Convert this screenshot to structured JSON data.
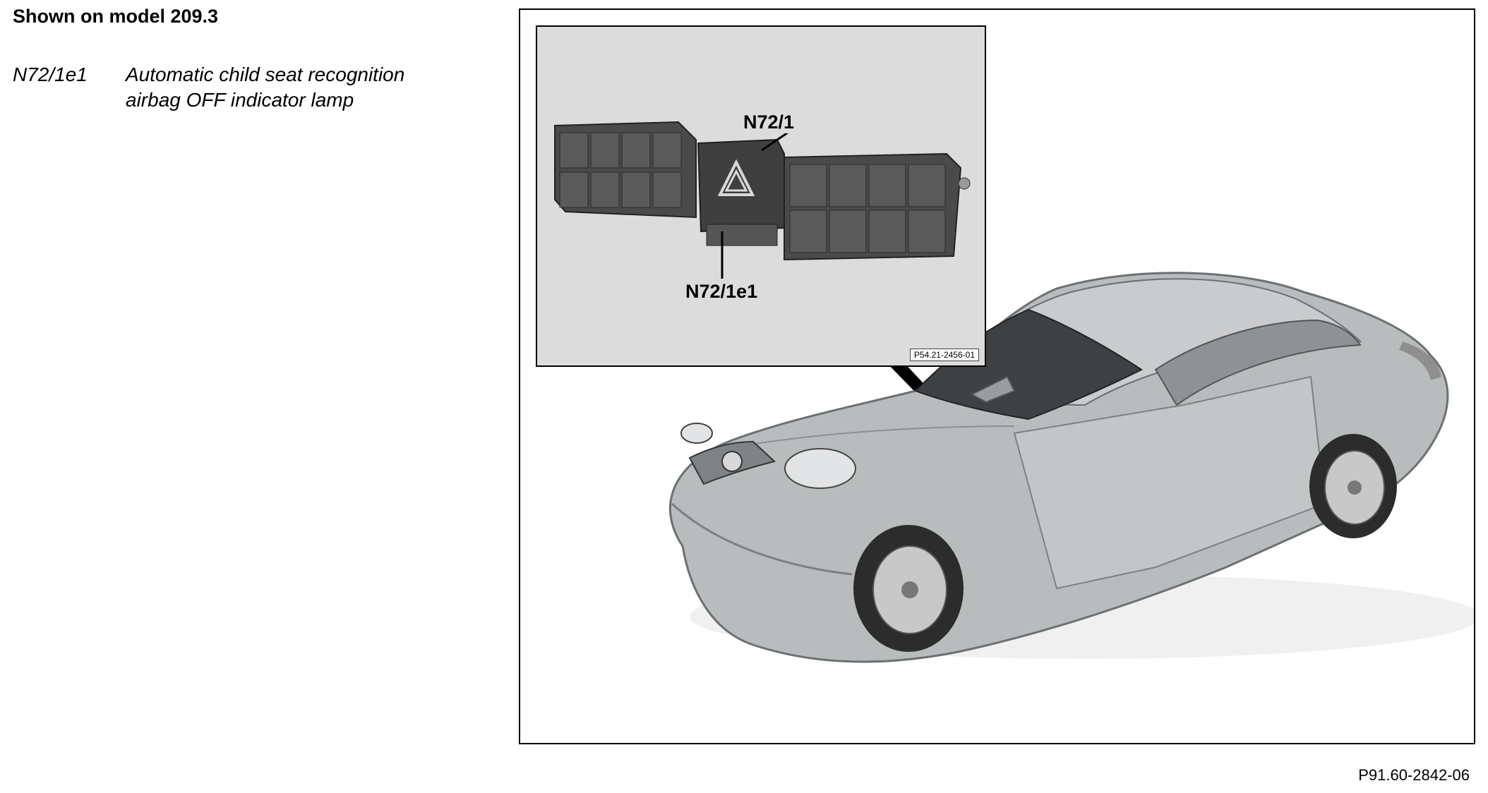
{
  "document": {
    "title": "Shown on model 209.3",
    "legend": [
      {
        "code": "N72/1e1",
        "description_line1": "Automatic child seat recognition",
        "description_line2": "airbag OFF indicator lamp"
      }
    ],
    "figure_ref": "P91.60-2842-06"
  },
  "inset": {
    "label_top": "N72/1",
    "label_bottom": "N72/1e1",
    "ref_code": "P54.21-2456-01"
  },
  "colors": {
    "inset_bg": "#dcdcdc",
    "switch_panel": "#4a4a4a",
    "car_body": "#b9bcbd"
  }
}
